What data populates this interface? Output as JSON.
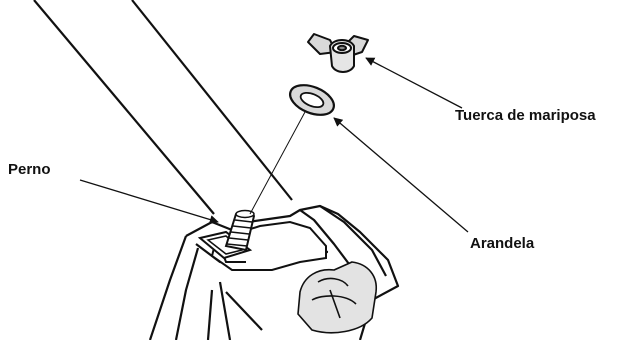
{
  "diagram": {
    "labels": {
      "wing_nut": "Tuerca de mariposa",
      "bolt": "Perno",
      "washer": "Arandela"
    },
    "colors": {
      "line": "#111111",
      "background": "#ffffff",
      "shade": "#d9d9d9"
    }
  }
}
